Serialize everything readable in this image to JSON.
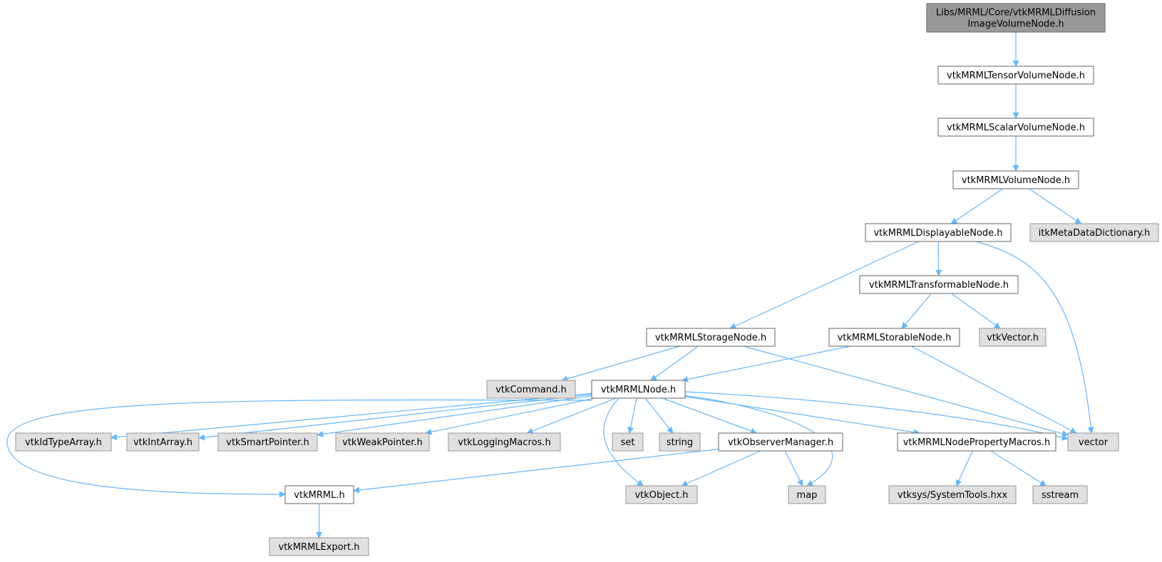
{
  "colors": {
    "edge": "#63b8ff",
    "root_fill": "#999999",
    "root_stroke": "#666666",
    "documented_fill": "#ffffff",
    "documented_stroke": "#666666",
    "external_fill": "#e0e0e0",
    "external_stroke": "#999999"
  },
  "nodes": [
    {
      "id": "root",
      "kind": "root",
      "lines": [
        "Libs/MRML/Core/vtkMRMLDiffusion",
        "ImageVolumeNode.h"
      ]
    },
    {
      "id": "tensor",
      "kind": "documented",
      "lines": [
        "vtkMRMLTensorVolumeNode.h"
      ]
    },
    {
      "id": "scalar",
      "kind": "documented",
      "lines": [
        "vtkMRMLScalarVolumeNode.h"
      ]
    },
    {
      "id": "volume",
      "kind": "documented",
      "lines": [
        "vtkMRMLVolumeNode.h"
      ]
    },
    {
      "id": "displayable",
      "kind": "documented",
      "lines": [
        "vtkMRMLDisplayableNode.h"
      ]
    },
    {
      "id": "itkmeta",
      "kind": "external",
      "lines": [
        "itkMetaDataDictionary.h"
      ]
    },
    {
      "id": "transformable",
      "kind": "documented",
      "lines": [
        "vtkMRMLTransformableNode.h"
      ]
    },
    {
      "id": "storage",
      "kind": "documented",
      "lines": [
        "vtkMRMLStorageNode.h"
      ]
    },
    {
      "id": "storable",
      "kind": "documented",
      "lines": [
        "vtkMRMLStorableNode.h"
      ]
    },
    {
      "id": "vtkvector",
      "kind": "external",
      "lines": [
        "vtkVector.h"
      ]
    },
    {
      "id": "vtkcommand",
      "kind": "external",
      "lines": [
        "vtkCommand.h"
      ]
    },
    {
      "id": "mrmlnode",
      "kind": "documented",
      "lines": [
        "vtkMRMLNode.h"
      ]
    },
    {
      "id": "idtype",
      "kind": "external",
      "lines": [
        "vtkIdTypeArray.h"
      ]
    },
    {
      "id": "intarray",
      "kind": "external",
      "lines": [
        "vtkIntArray.h"
      ]
    },
    {
      "id": "smartptr",
      "kind": "external",
      "lines": [
        "vtkSmartPointer.h"
      ]
    },
    {
      "id": "weakptr",
      "kind": "external",
      "lines": [
        "vtkWeakPointer.h"
      ]
    },
    {
      "id": "logging",
      "kind": "external",
      "lines": [
        "vtkLoggingMacros.h"
      ]
    },
    {
      "id": "set",
      "kind": "external",
      "lines": [
        "set"
      ]
    },
    {
      "id": "string",
      "kind": "external",
      "lines": [
        "string"
      ]
    },
    {
      "id": "observer",
      "kind": "documented",
      "lines": [
        "vtkObserverManager.h"
      ]
    },
    {
      "id": "propmacros",
      "kind": "documented",
      "lines": [
        "vtkMRMLNodePropertyMacros.h"
      ]
    },
    {
      "id": "vector",
      "kind": "external",
      "lines": [
        "vector"
      ]
    },
    {
      "id": "vtkmrml",
      "kind": "documented",
      "lines": [
        "vtkMRML.h"
      ]
    },
    {
      "id": "vtkobject",
      "kind": "external",
      "lines": [
        "vtkObject.h"
      ]
    },
    {
      "id": "map",
      "kind": "external",
      "lines": [
        "map"
      ]
    },
    {
      "id": "systools",
      "kind": "external",
      "lines": [
        "vtksys/SystemTools.hxx"
      ]
    },
    {
      "id": "sstream",
      "kind": "external",
      "lines": [
        "sstream"
      ]
    },
    {
      "id": "export",
      "kind": "external",
      "lines": [
        "vtkMRMLExport.h"
      ]
    }
  ],
  "edges": [
    {
      "from": "root",
      "to": "tensor"
    },
    {
      "from": "tensor",
      "to": "scalar"
    },
    {
      "from": "scalar",
      "to": "volume"
    },
    {
      "from": "volume",
      "to": "displayable"
    },
    {
      "from": "volume",
      "to": "itkmeta"
    },
    {
      "from": "displayable",
      "to": "transformable"
    },
    {
      "from": "displayable",
      "to": "storage"
    },
    {
      "from": "displayable",
      "to": "vector"
    },
    {
      "from": "transformable",
      "to": "storable"
    },
    {
      "from": "transformable",
      "to": "vtkvector"
    },
    {
      "from": "storage",
      "to": "vtkcommand"
    },
    {
      "from": "storage",
      "to": "mrmlnode"
    },
    {
      "from": "storage",
      "to": "vector"
    },
    {
      "from": "storable",
      "to": "mrmlnode"
    },
    {
      "from": "storable",
      "to": "vector"
    },
    {
      "from": "mrmlnode",
      "to": "idtype"
    },
    {
      "from": "mrmlnode",
      "to": "intarray"
    },
    {
      "from": "mrmlnode",
      "to": "smartptr"
    },
    {
      "from": "mrmlnode",
      "to": "weakptr"
    },
    {
      "from": "mrmlnode",
      "to": "logging"
    },
    {
      "from": "mrmlnode",
      "to": "set"
    },
    {
      "from": "mrmlnode",
      "to": "string"
    },
    {
      "from": "mrmlnode",
      "to": "observer"
    },
    {
      "from": "mrmlnode",
      "to": "propmacros"
    },
    {
      "from": "mrmlnode",
      "to": "vector"
    },
    {
      "from": "mrmlnode",
      "to": "vtkmrml"
    },
    {
      "from": "mrmlnode",
      "to": "vtkobject"
    },
    {
      "from": "mrmlnode",
      "to": "map"
    },
    {
      "from": "observer",
      "to": "vtkmrml"
    },
    {
      "from": "observer",
      "to": "vtkobject"
    },
    {
      "from": "observer",
      "to": "map"
    },
    {
      "from": "propmacros",
      "to": "systools"
    },
    {
      "from": "propmacros",
      "to": "sstream"
    },
    {
      "from": "vtkmrml",
      "to": "export"
    }
  ]
}
